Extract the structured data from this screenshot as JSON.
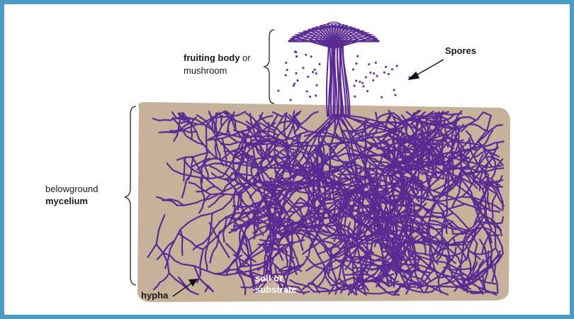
{
  "labels": {
    "fruiting_body": "fruiting body",
    "fruiting_or": " or",
    "mushroom": "mushroom",
    "spores": "Spores",
    "belowground": "belowground",
    "mycelium": "mycelium",
    "hypha": "hypha",
    "soil_or": "soil or",
    "substrate": "substrate"
  },
  "colors": {
    "border": "#4a9cc4",
    "soil": "#c6b29a",
    "hyphae": "#5b2a92",
    "text": "#1a1a1a"
  }
}
